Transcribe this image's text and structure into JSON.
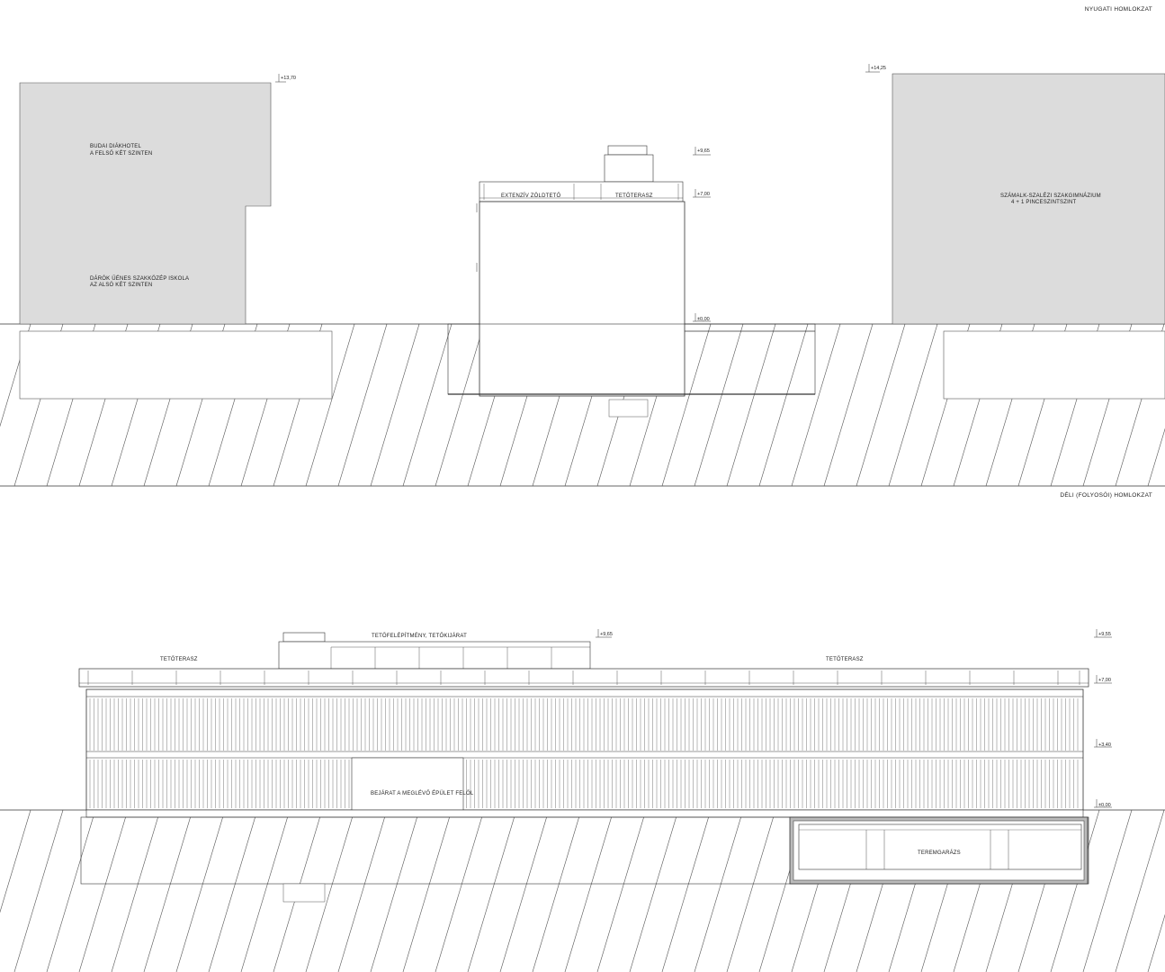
{
  "west": {
    "title": "NYUGATI HOMLOKZAT",
    "neighbor_left_top": [
      "BUDAI DIÁKHOTEL",
      "A FELSŐ KÉT SZINTEN"
    ],
    "neighbor_left_bottom": [
      "DÁRÓK ŰÉNES SZAKKÖZÉP ISKOLA",
      "AZ ALSÓ KÉT SZINTEN"
    ],
    "neighbor_right": [
      "SZÁMALK-SZALÉZI SZAKGIMNÁZIUM",
      "4 + 1 PINCESZINTSZINT"
    ],
    "roof_green": "EXTENZÍV ZÖLDTETŐ",
    "roof_terrace": "TETŐTERASZ",
    "level_left": "+13,70",
    "level_right": "+14,25",
    "level_top": "+9,65",
    "level_roof": "+7,00",
    "level_ground": "±0,00"
  },
  "south": {
    "title": "DÉLI (FOLYOSÓI) HOMLOKZAT",
    "roof_structure": "TETŐFELÉPÍTMÉNY, TETŐKIJÁRAT",
    "terrace_left": "TETŐTERASZ",
    "terrace_right": "TETŐTERASZ",
    "entrance": "BEJÁRAT A MEGLÉVŐ ÉPÜLET FELŐL",
    "garage": "TEREMGARÁZS",
    "level_mid": "+9,65",
    "level_right_top": "+9,55",
    "level_roof": "+7,00",
    "level_first": "+3,40",
    "level_ground": "±0,00"
  },
  "colors": {
    "neighbor_fill": "#dcdcdc",
    "line": "#333333",
    "hatch": "#555555"
  }
}
